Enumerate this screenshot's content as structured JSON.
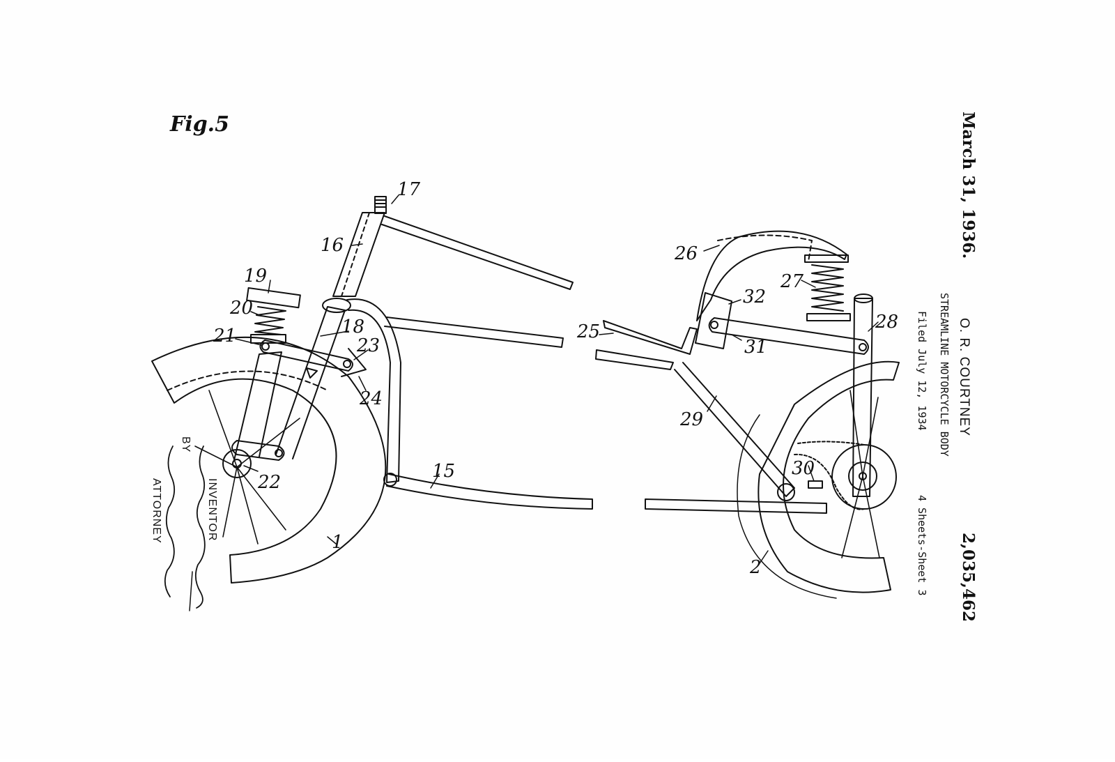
{
  "figure": {
    "label": "Fig.5"
  },
  "header": {
    "date": "March 31, 1936.",
    "inventor": "O. R. COURTNEY",
    "title": "STREAMLINE MOTORCYCLE BODY",
    "filed": "Filed July 12, 1934",
    "sheets": "4 Sheets-Sheet 3",
    "patent_number": "2,035,462"
  },
  "signature": {
    "inventor_caption": "INVENTOR",
    "by": "BY",
    "attorney_caption": "ATTORNEY"
  },
  "reference_numerals": {
    "front_wheel": "1",
    "rear_wheel": "2",
    "lower_frame": "15",
    "head_tube": "16",
    "steering_stem": "17",
    "fork_blade": "18",
    "spring_cap": "19",
    "front_spring": "20",
    "fork_lever": "21",
    "axle_link": "22",
    "link_arm": "23",
    "front_fender_bracket": "24",
    "seat_pan": "25",
    "rear_fender": "26",
    "rear_spring": "27",
    "rear_post": "28",
    "swing_arm": "29",
    "rear_pivot": "30",
    "rear_link": "31",
    "seat_bracket": "32"
  }
}
